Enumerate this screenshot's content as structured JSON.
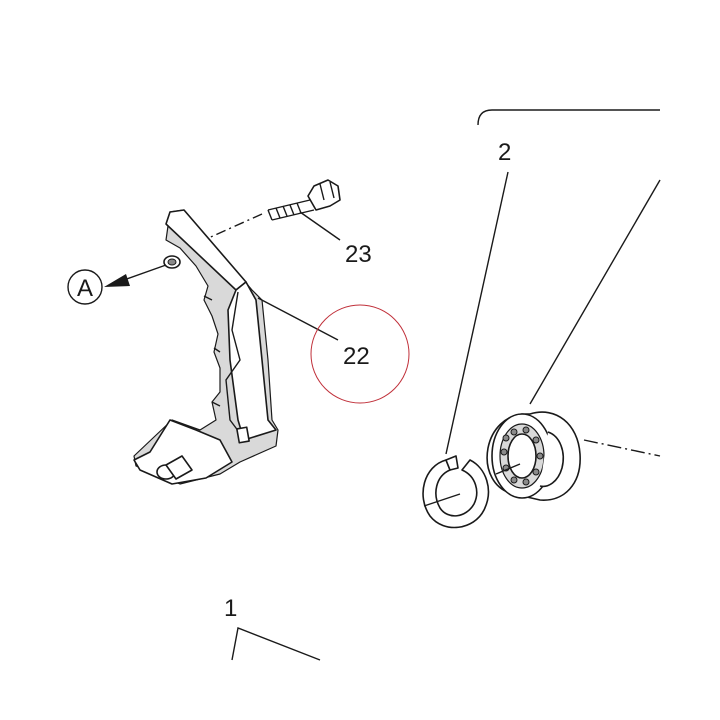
{
  "callouts": {
    "c1": "1",
    "c2": "2",
    "c22": "22",
    "c23": "23",
    "view_ref": "A"
  },
  "colors": {
    "line": "#1a1a1a",
    "highlight_circle": "#c0303a",
    "shade": "#d9d9d9"
  }
}
